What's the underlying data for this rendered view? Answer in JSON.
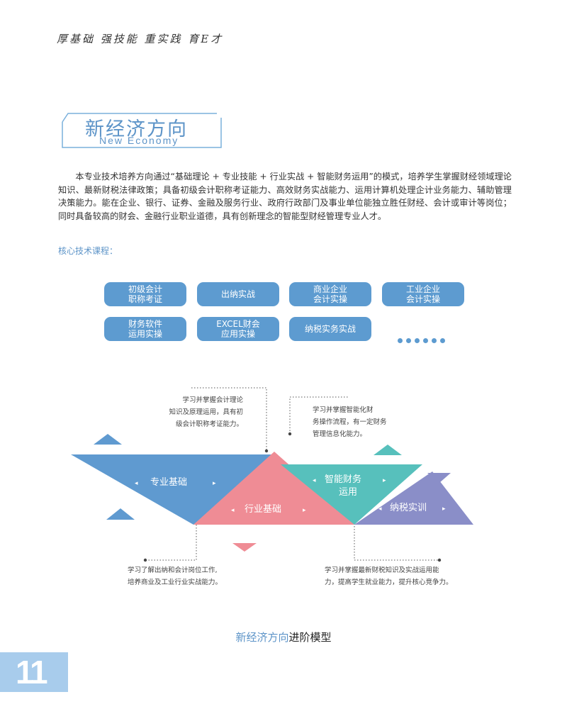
{
  "header": {
    "motto": "厚基础 强技能 重实践 育E才"
  },
  "section": {
    "title_zh": "新经济方向",
    "title_en": "New Economy"
  },
  "intro": "本专业技术培养方向通过“基础理论 + 专业技能 + 行业实战 + 智能财务运用”的模式，培养学生掌握财经领域理论知识、最新财税法律政策；具备初级会计职称考证能力、高效财务实战能力、运用计算机处理企计业务能力、辅助管理决策能力。能在企业、银行、证券、金融及服务行业、政府行政部门及事业单位能独立胜任财经、会计或审计等岗位；同时具备较高的财会、金融行业职业道德，具有创新理念的智能型财经管理专业人才。",
  "courses": {
    "heading": "核心技术课程：",
    "items": [
      {
        "label": "初级会计\n职称考证"
      },
      {
        "label": "出纳实战"
      },
      {
        "label": "商业企业\n会计实操"
      },
      {
        "label": "工业企业\n会计实操"
      },
      {
        "label": "财务软件\n运用实操"
      },
      {
        "label": "EXCEL财会\n应用实操"
      },
      {
        "label": "纳税实务实战"
      }
    ]
  },
  "diagram": {
    "colors": {
      "blue": "#5f9ad0",
      "pink": "#ef8c95",
      "teal": "#57c0bc",
      "purple": "#8a8ec8"
    },
    "stages": [
      {
        "label": "专业基础",
        "description": "学习并掌握会计理论\n知识及原理运用，具有初\n级会计职称考证能力。"
      },
      {
        "label": "行业基础",
        "description": "学习了解出纳和会计岗位工作,\n培养商业及工业行业实战能力。"
      },
      {
        "label": "智能财务",
        "label2": "运用",
        "description": "学习并掌握智能化财\n务操作流程，有一定财务\n管理信息化能力。"
      },
      {
        "label": "纳税实训",
        "description": "学习并掌握最新财税知识及实战运用能\n力，提高学生就业能力，提升核心竞争力。"
      }
    ]
  },
  "caption": {
    "highlight": "新经济方向",
    "rest": "进阶模型"
  },
  "page": {
    "number": "11"
  }
}
